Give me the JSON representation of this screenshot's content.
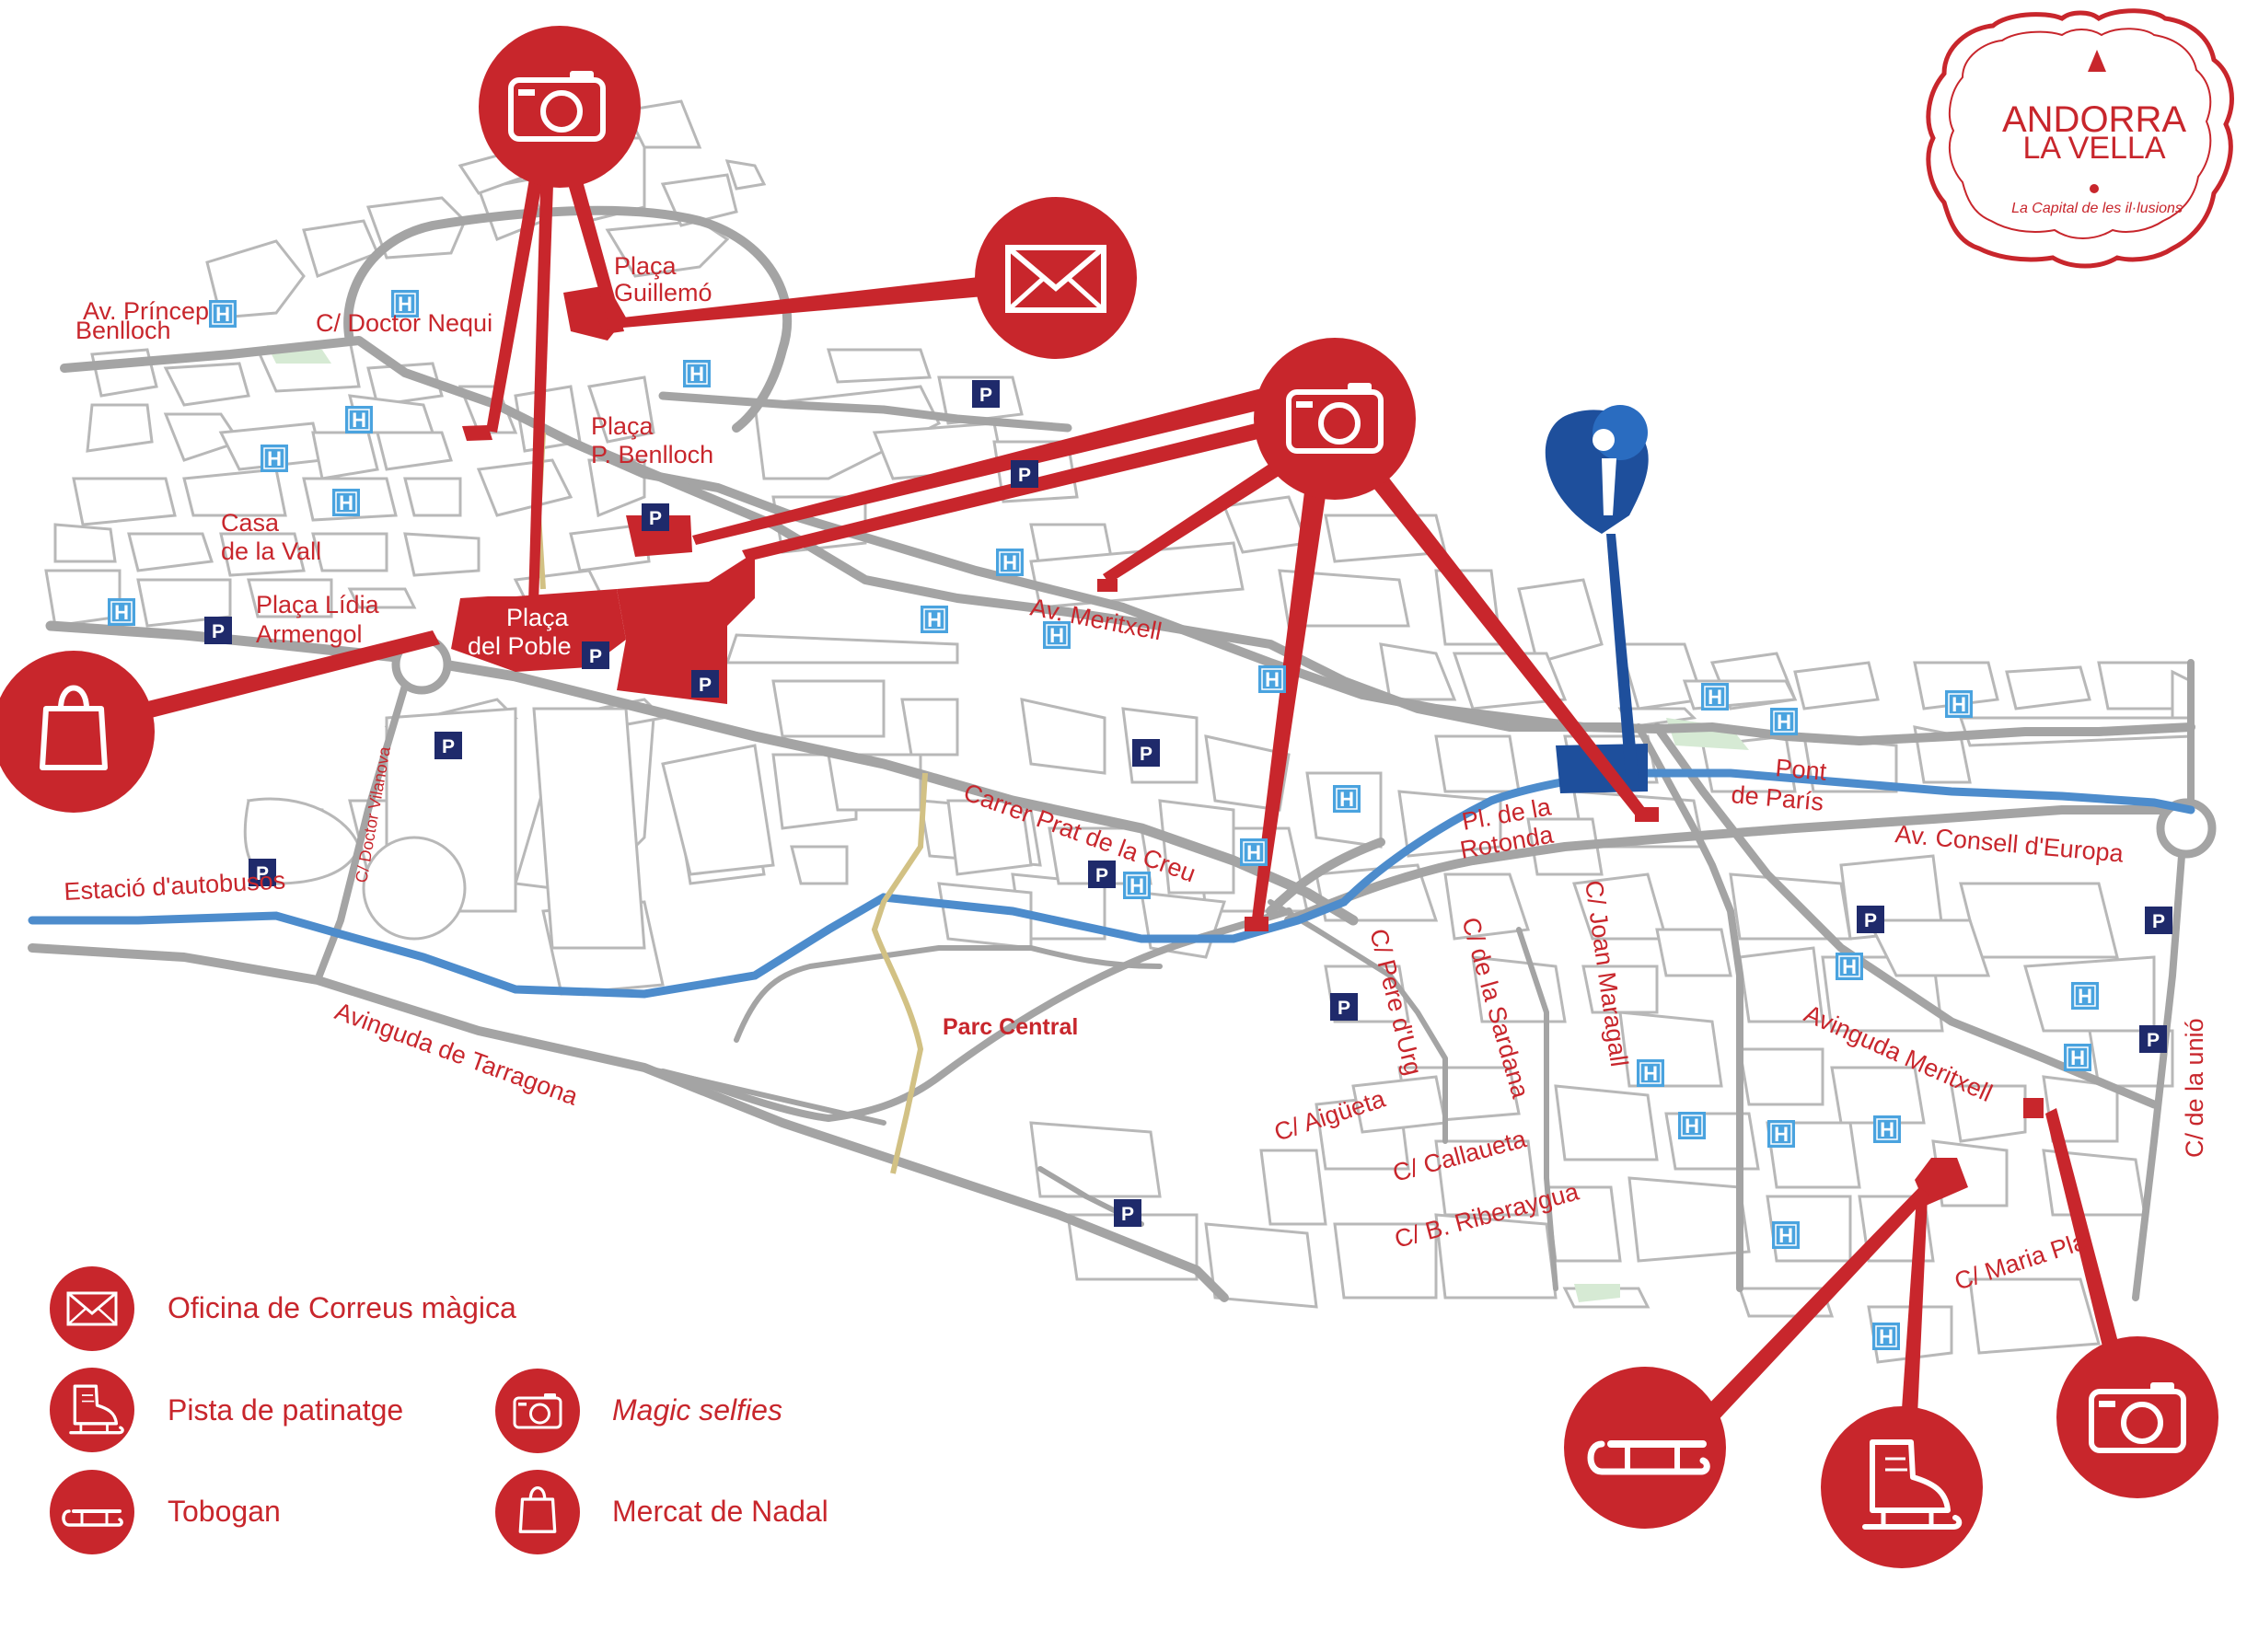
{
  "logo": {
    "line1": "ANDORRA",
    "line2": "LA VELLA",
    "tagline": "La Capital de les il·lusions"
  },
  "streets": {
    "av_princep_1": "Av. Príncep",
    "av_princep_2": "Benlloch",
    "doctor_nequi": "C/ Doctor Nequi",
    "placa_guillemo_1": "Plaça",
    "placa_guillemo_2": "Guillemó",
    "placa_benlloch_1": "Plaça",
    "placa_benlloch_2": "P. Benlloch",
    "casa_vall_1": "Casa",
    "casa_vall_2": "de la Vall",
    "placa_lidia_1": "Plaça Lídia",
    "placa_lidia_2": "Armengol",
    "placa_poble_1": "Plaça",
    "placa_poble_2": "del Poble",
    "av_meritxell": "Av. Meritxell",
    "doctor_vilanova": "C/ Doctor Vilanova",
    "estacio": "Estació d'autobusos",
    "prat_creu": "Carrer Prat de la Creu",
    "parc_central": "Parc Central",
    "av_tarragona": "Avinguda de Tarragona",
    "rotonda_1": "Pl. de la",
    "rotonda_2": "Rotonda",
    "pont_paris_1": "Pont",
    "pont_paris_2": "de París",
    "consell_europa": "Av. Consell d'Europa",
    "pere_urg": "C/ Pere d'Urg",
    "sardana": "C/ de la Sardana",
    "joan_maragall": "C/ Joan Maragall",
    "aigueta": "C/ Aigüeta",
    "callaueta": "C/ Callaueta",
    "riberaygua": "C/ B. Riberaygua",
    "avinguda_meritxell": "Avinguda Meritxell",
    "maria_pla": "C/ Maria Pla",
    "de_la_unio": "C/ de la unió"
  },
  "markers": {
    "hotel": "H",
    "parking": "P"
  },
  "legend": {
    "correus": "Oficina de Correus màgica",
    "patinatge": "Pista de patinatge",
    "tobogan": "Tobogan",
    "selfies": "Magic selfies",
    "mercat": "Mercat de Nadal"
  },
  "colors": {
    "accent_red": "#c8262c",
    "info_blue": "#1e4f9c",
    "road_gray": "#a4a4a4",
    "river_blue": "#4d8ccc",
    "hotel_blue": "#4aa3df",
    "parking_navy": "#1f2a6b"
  },
  "icons": [
    "camera-icon",
    "envelope-icon",
    "shopping-bag-icon",
    "ice-skate-icon",
    "sled-icon",
    "info-icon"
  ]
}
